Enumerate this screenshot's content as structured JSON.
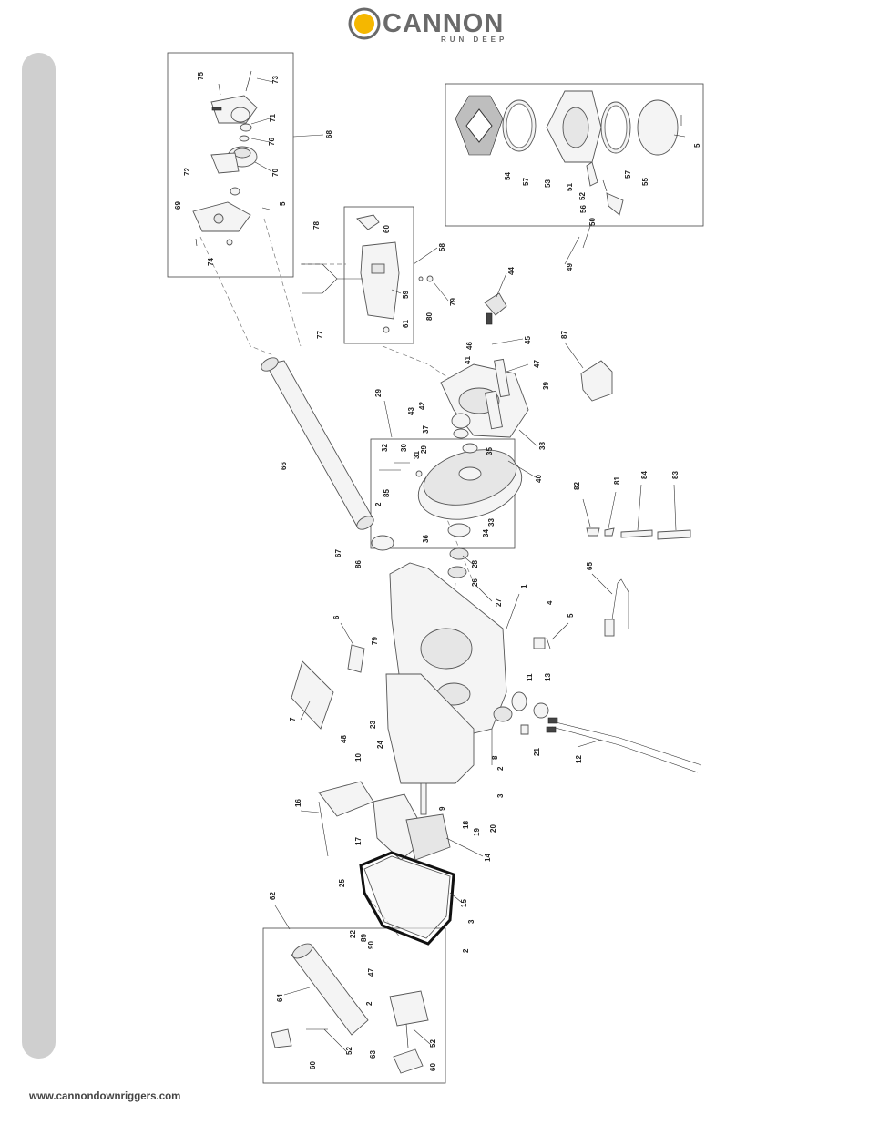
{
  "brand": {
    "name": "CANNON",
    "tagline": "RUN DEEP",
    "accent_color": "#f5b700"
  },
  "footer": {
    "url": "www.cannondownriggers.com"
  },
  "part_labels": [
    "1",
    "2",
    "3",
    "4",
    "5",
    "6",
    "7",
    "8",
    "9",
    "10",
    "11",
    "12",
    "13",
    "14",
    "15",
    "16",
    "17",
    "18",
    "19",
    "20",
    "21",
    "22",
    "23",
    "24",
    "25",
    "26",
    "27",
    "28",
    "29",
    "30",
    "31",
    "32",
    "33",
    "34",
    "35",
    "36",
    "37",
    "38",
    "39",
    "40",
    "41",
    "42",
    "43",
    "44",
    "45",
    "46",
    "47",
    "48",
    "49",
    "50",
    "51",
    "52",
    "53",
    "54",
    "55",
    "56",
    "57",
    "58",
    "59",
    "60",
    "61",
    "62",
    "63",
    "64",
    "65",
    "66",
    "67",
    "68",
    "69",
    "70",
    "71",
    "72",
    "73",
    "74",
    "75",
    "76",
    "77",
    "78",
    "79",
    "80",
    "81",
    "82",
    "83",
    "84",
    "85",
    "86",
    "87",
    "89",
    "90"
  ]
}
